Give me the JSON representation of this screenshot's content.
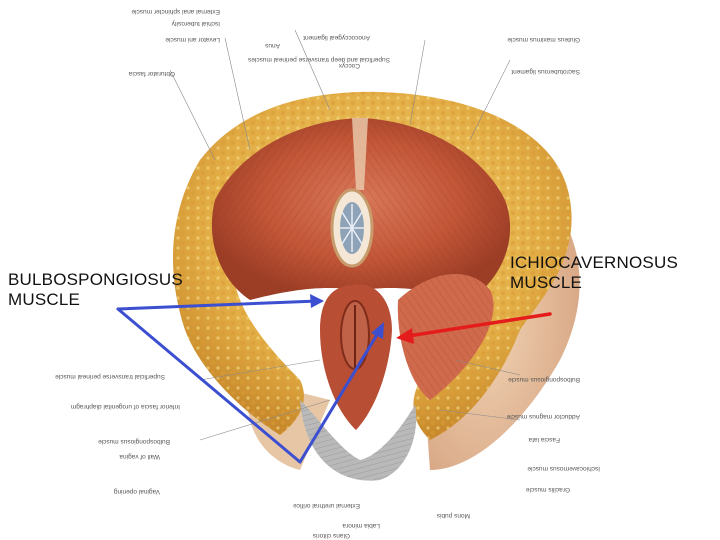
{
  "callouts": {
    "bulbospongiosus": {
      "line1": "BULBOSPONGIOSUS",
      "line2": "MUSCLE"
    },
    "ischiocavernosus": {
      "line1": "ICHIOCAVERNOSUS",
      "line2": "MUSCLE"
    }
  },
  "plate_labels": {
    "top": [
      "Superficial and deep transverse perineal muscles",
      "Levator ani muscle",
      "Ischial tuberosity",
      "Gluteus maximus muscle",
      "External anal sphincter muscle",
      "Anococcygeal ligament",
      "Obturator fascia",
      "Anus",
      "Coccyx",
      "Sacrotuberous ligament"
    ],
    "right": [
      "Bulbospongiosus muscle",
      "Adductor magnus muscle",
      "Ischiocavernosus muscle",
      "Gracilis muscle",
      "Fascia lata"
    ],
    "left": [
      "Superficial transverse perineal muscle",
      "Inferior fascia of urogenital diaphragm",
      "Bulbospongiosus muscle",
      "Wall of vagina",
      "Vaginal opening"
    ],
    "bottom": [
      "Labia minora",
      "Mons pubis",
      "Glans clitoris",
      "External urethral orifice"
    ]
  },
  "colors": {
    "fat": "#e8b64a",
    "muscle": "#c4573a",
    "arrow_blue": "#3b4fd0",
    "arrow_red": "#e41c1c"
  }
}
